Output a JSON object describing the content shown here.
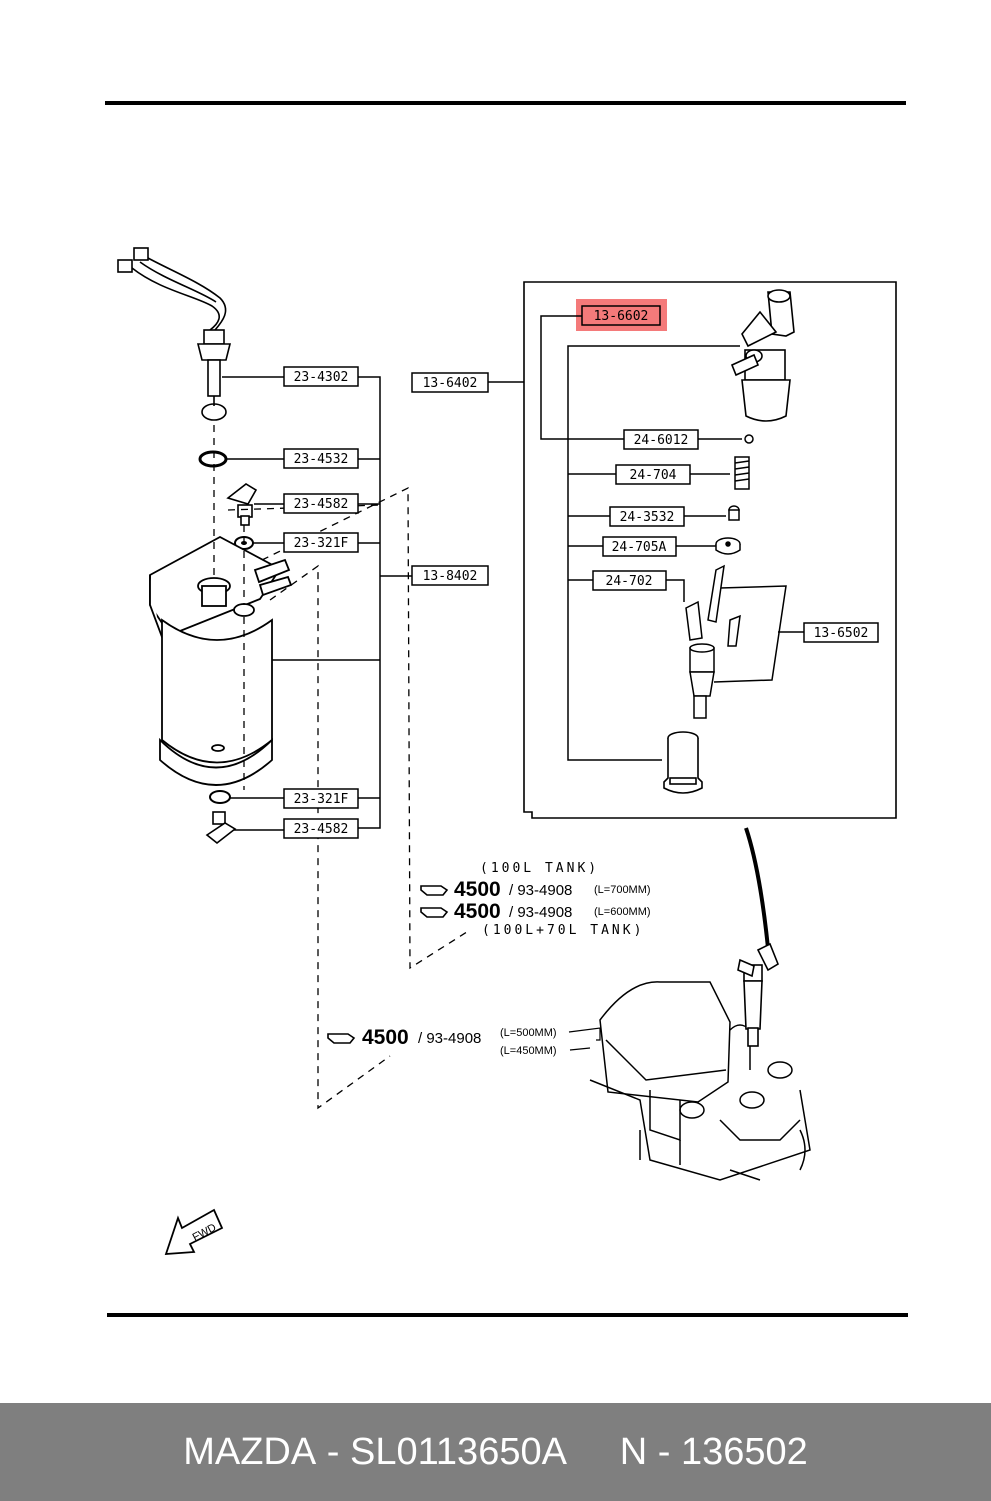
{
  "labels": {
    "l23_4302": "23-4302",
    "l23_4532": "23-4532",
    "l23_4582a": "23-4582",
    "l23_321Fa": "23-321F",
    "l23_321Fb": "23-321F",
    "l23_4582b": "23-4582",
    "l13_6402": "13-6402",
    "l13_8402": "13-8402",
    "l13_6602": "13-6602",
    "l24_6012": "24-6012",
    "l24_704": "24-704",
    "l24_3532": "24-3532",
    "l24_705A": "24-705A",
    "l24_702": "24-702",
    "l13_6502": "13-6502"
  },
  "notes": {
    "tank100": "(100L TANK)",
    "ref_a_code": "4500",
    "ref_a_part": "/ 93-4908",
    "ref_a_len": "(L=700MM)",
    "ref_b_code": "4500",
    "ref_b_part": "/ 93-4908",
    "ref_b_len": "(L=600MM)",
    "tank170": "(100L+70L TANK)",
    "ref_c_code": "4500",
    "ref_c_part": "/ 93-4908",
    "ref_c_len1": "(L=500MM)",
    "ref_c_len2": "(L=450MM)",
    "fwd": "FWD"
  },
  "highlight": {
    "label": "13-6602",
    "color": "#f47a7a"
  },
  "footer": {
    "brand": "MAZDA",
    "part_number": "SL0113650A",
    "ref": "N - 136502"
  }
}
